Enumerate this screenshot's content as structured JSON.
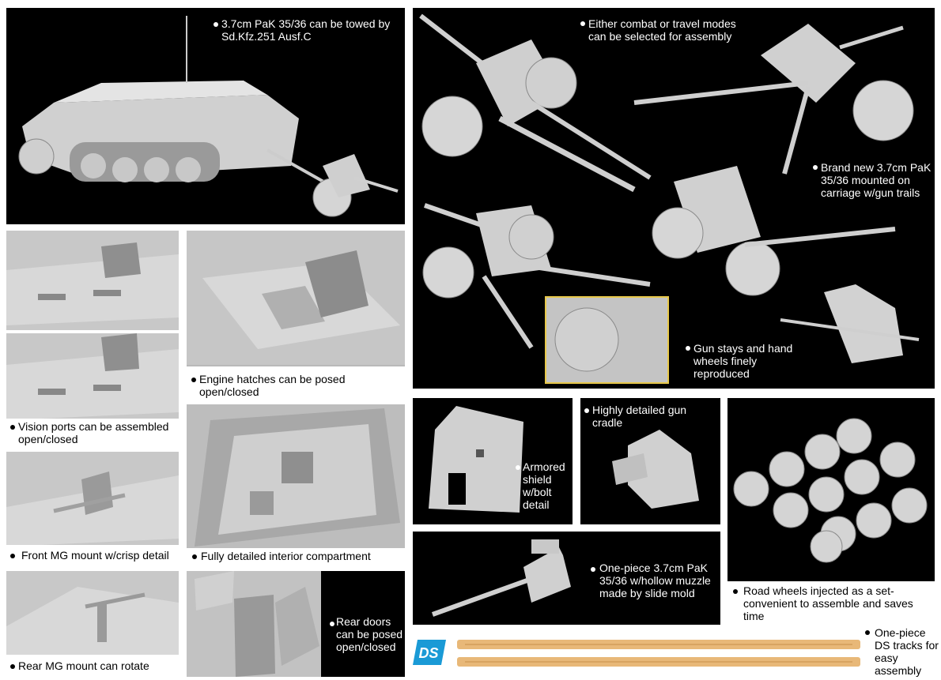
{
  "captions": {
    "towed": "3.7cm PaK 35/36 can be towed by Sd.Kfz.251 Ausf.C",
    "modes": "Either combat or travel modes can be selected for assembly",
    "brand_new": "Brand new 3.7cm PaK 35/36 mounted on carriage w/gun trails",
    "gun_stays": "Gun stays and hand wheels finely reproduced",
    "vision_ports": "Vision ports can be assembled open/closed",
    "engine_hatches": "Engine hatches can be posed open/closed",
    "front_mg": "Front MG mount w/crisp detail",
    "interior": "Fully detailed interior compartment",
    "rear_mg": "Rear MG mount can rotate",
    "rear_doors": "Rear doors can be posed open/closed",
    "shield": "Armored shield w/bolt detail",
    "cradle": "Highly detailed gun cradle",
    "road_wheels": "Road wheels injected as a set-convenient to assemble and saves time",
    "barrel": "One-piece 3.7cm PaK 35/36 w/hollow muzzle made by slide mold",
    "tracks": "One-piece DS tracks for easy assembly"
  },
  "badge": {
    "text": "DS",
    "color": "#1a9ad6"
  },
  "colors": {
    "model": "#d9d9d9",
    "model_shadow": "#a8a8a8",
    "track": "#e8b878",
    "inset_border": "#e8c84a"
  }
}
